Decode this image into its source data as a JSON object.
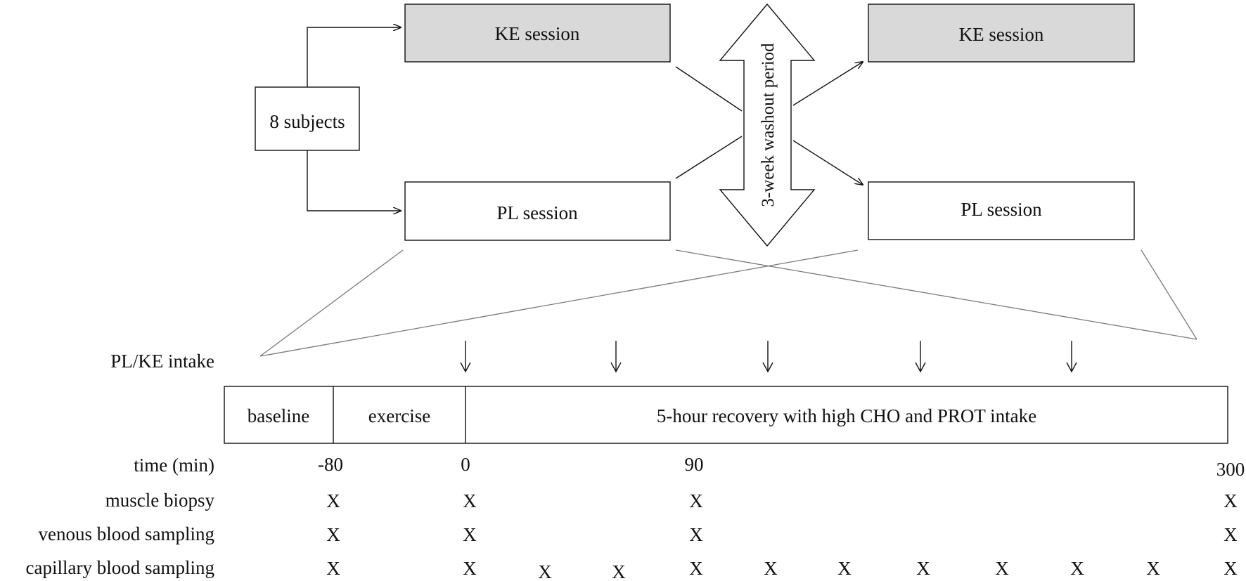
{
  "design": {
    "subjects": "8 subjects",
    "sessions": {
      "ke_left": "KE session",
      "pl_left": "PL session",
      "ke_right": "KE session",
      "pl_right": "PL session"
    },
    "washout": "3-week washout period"
  },
  "timeline": {
    "intake_label": "PL/KE intake",
    "intake_count": 5,
    "segments": {
      "baseline": "baseline",
      "exercise": "exercise",
      "recovery": "5-hour recovery with high CHO and PROT intake"
    },
    "time_label": "time (min)",
    "time_ticks": [
      "-80",
      "0",
      "90",
      "300"
    ],
    "mark_symbol": "X",
    "rows": [
      {
        "label": "muscle biopsy",
        "marks": 4
      },
      {
        "label": "venous blood sampling",
        "marks": 4
      },
      {
        "label": "capillary blood sampling",
        "marks": 12
      }
    ]
  }
}
